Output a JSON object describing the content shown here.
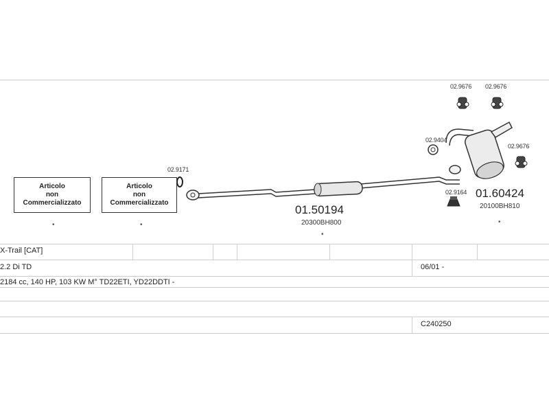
{
  "boxes": [
    {
      "line1": "Articolo",
      "line2": "non",
      "line3": "Commercializzato"
    },
    {
      "line1": "Articolo",
      "line2": "non",
      "line3": "Commercializzato"
    }
  ],
  "labels": {
    "clamp_front": "02.9171",
    "center_pipe_number": "01.50194",
    "center_pipe_oem": "20300BH800",
    "rear_clamp": "02.9404",
    "rubber_mount": "02.9164",
    "rear_muffler_number": "01.60424",
    "rear_muffler_oem": "20100BH810",
    "hanger_1": "02.9676",
    "hanger_2": "02.9676",
    "hanger_3": "02.9676"
  },
  "table": {
    "model": "X-Trail  [CAT]",
    "engine": "2.2 Di TD",
    "date": "06/01 -",
    "specs": "2184 cc, 140 HP, 103 KW M° TD22ETI, YD22DDTI -",
    "code": "C240250"
  },
  "colors": {
    "line": "#cfcfcf",
    "part_stroke": "#333333",
    "part_fill": "#e8e8e8"
  }
}
